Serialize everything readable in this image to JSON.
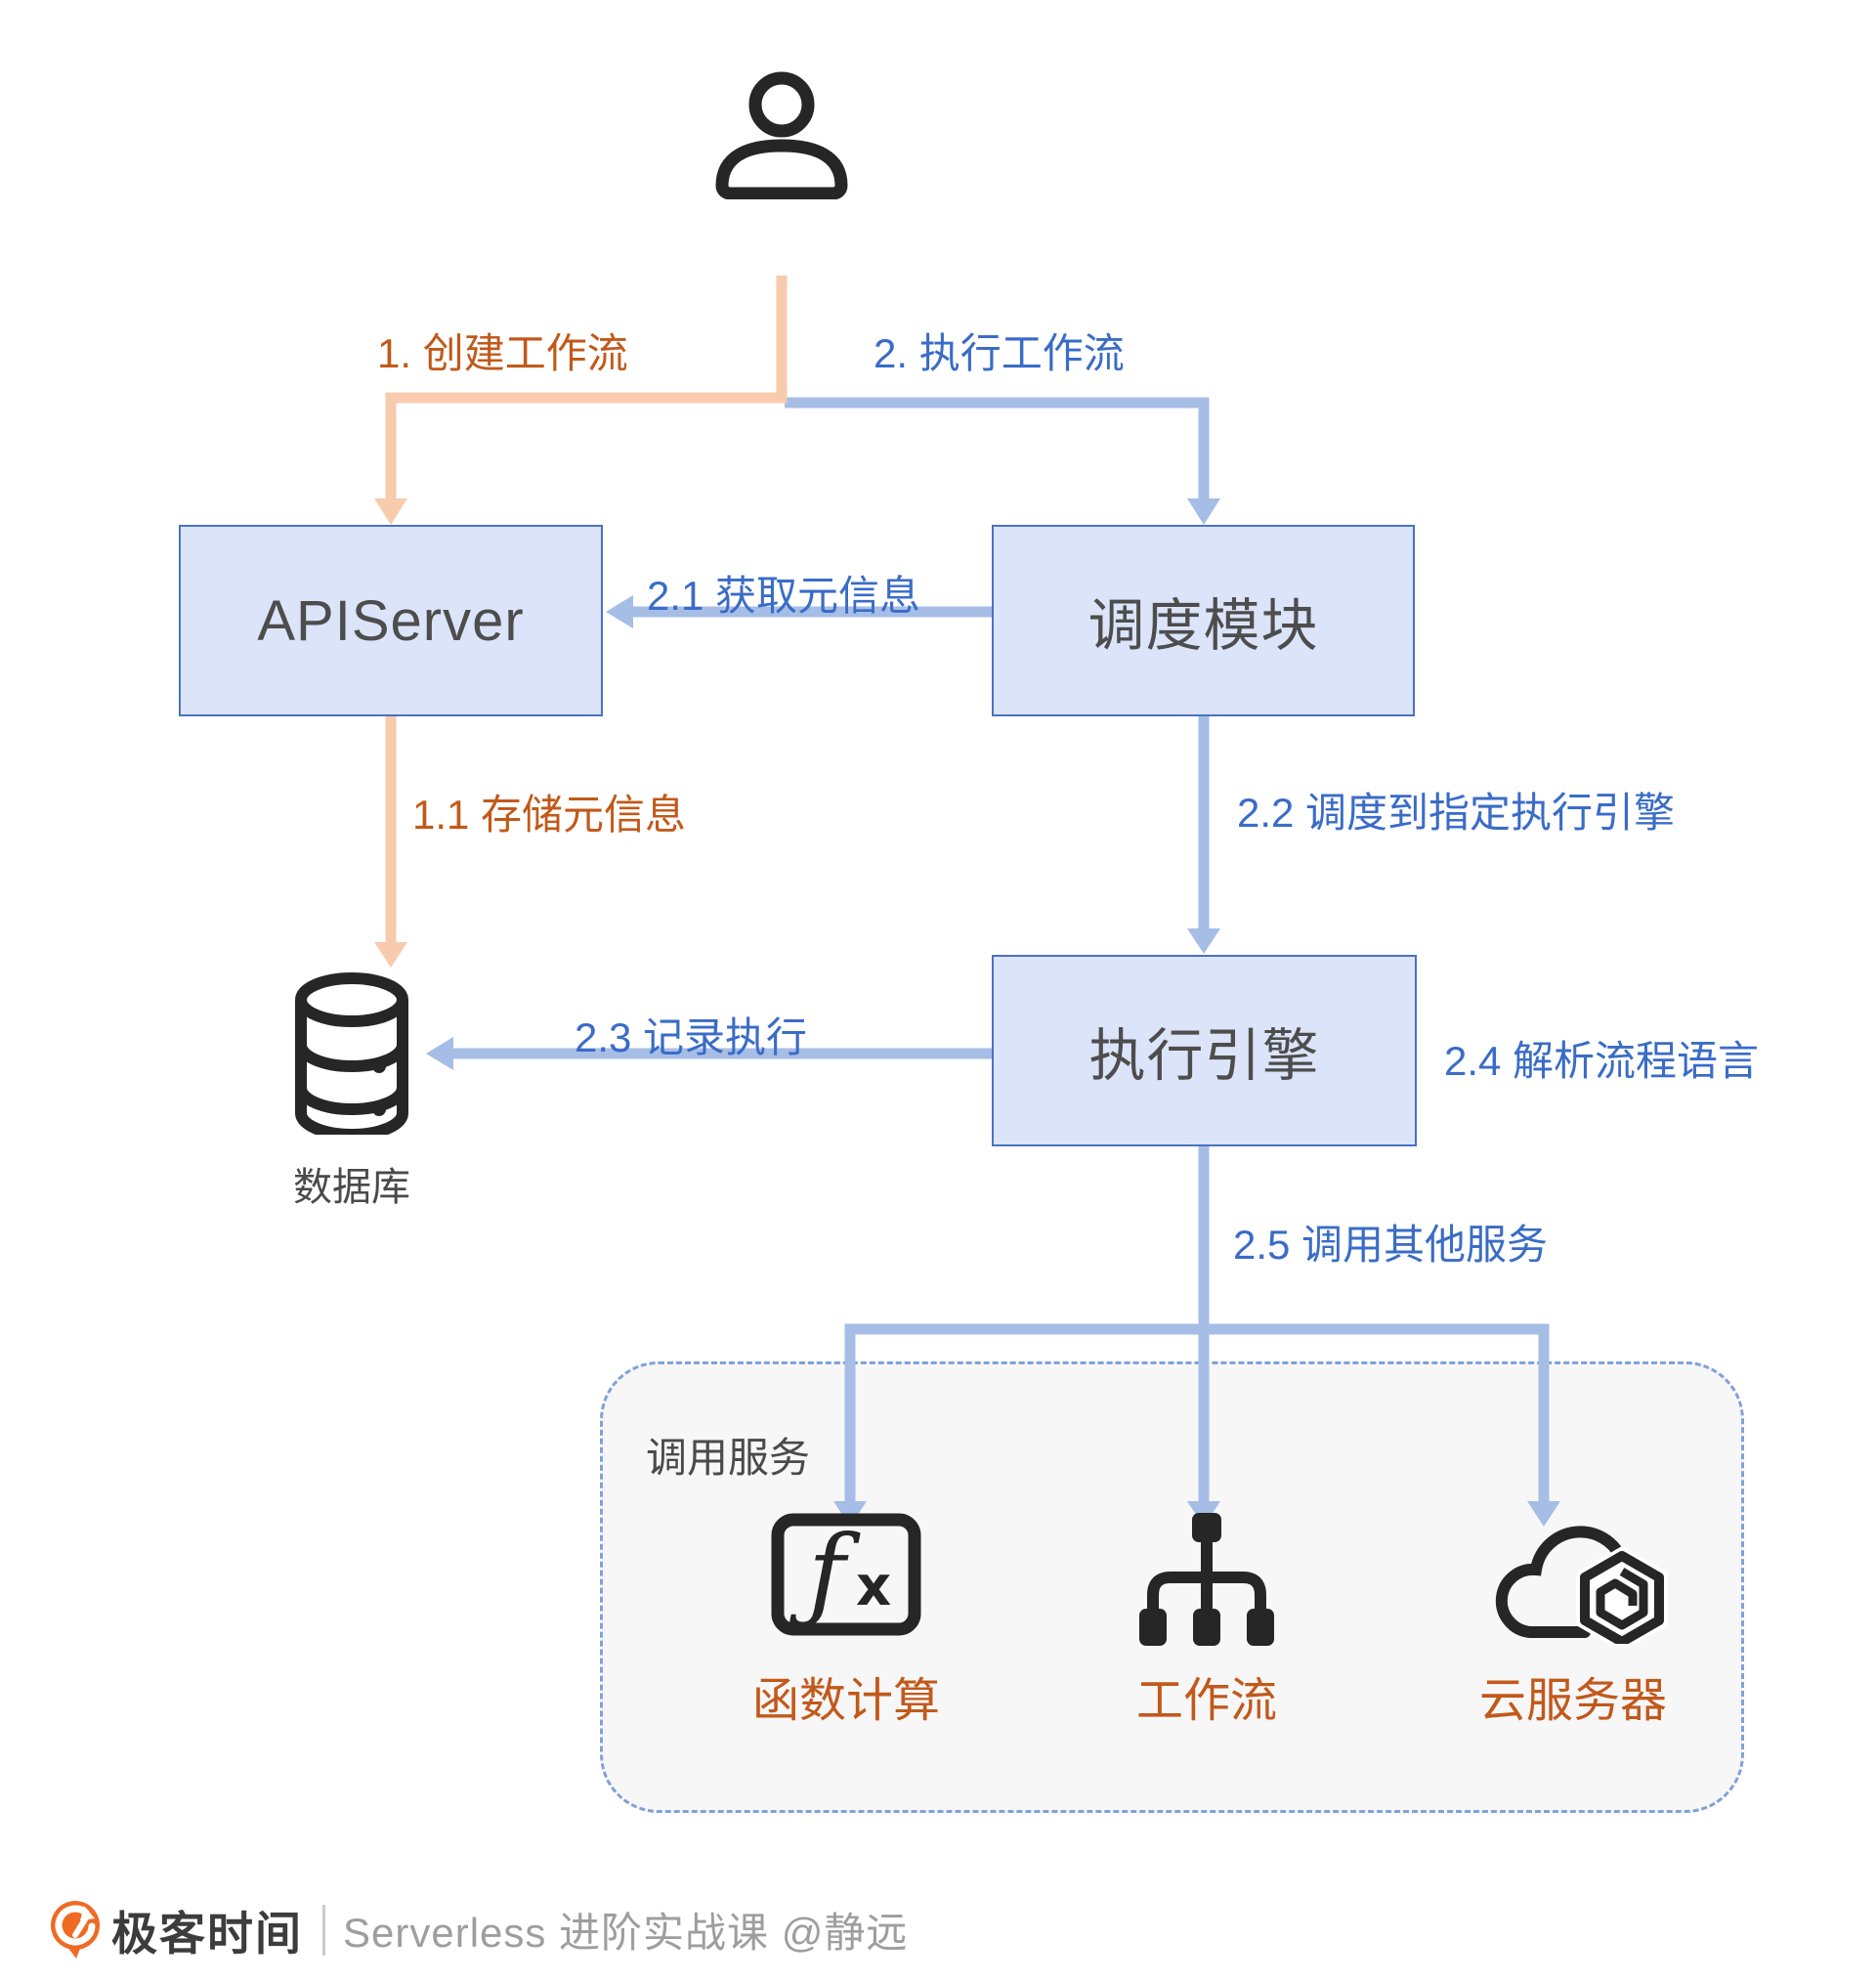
{
  "diagram": {
    "actor": {
      "icon": "person-icon"
    },
    "nodes": {
      "apiserver": {
        "label": "APIServer"
      },
      "scheduler": {
        "label": "调度模块"
      },
      "engine": {
        "label": "执行引擎"
      },
      "database": {
        "label": "数据库",
        "icon": "database-cylinder-icon"
      }
    },
    "edges": {
      "e1": {
        "label": "1. 创建工作流"
      },
      "e1_1": {
        "label": "1.1 存储元信息"
      },
      "e2": {
        "label": "2. 执行工作流"
      },
      "e2_1": {
        "label": "2.1 获取元信息"
      },
      "e2_2": {
        "label": "2.2 调度到指定执行引擎"
      },
      "e2_3": {
        "label": "2.3 记录执行"
      },
      "e2_4": {
        "label": "2.4 解析流程语言"
      },
      "e2_5": {
        "label": "2.5 调用其他服务"
      }
    },
    "services_group": {
      "title": "调用服务",
      "items": [
        {
          "label": "函数计算",
          "icon": "function-compute-icon"
        },
        {
          "label": "工作流",
          "icon": "workflow-tree-icon"
        },
        {
          "label": "云服务器",
          "icon": "cloud-server-icon"
        }
      ]
    },
    "glyphs": {
      "fx_f": "ƒ",
      "fx_x": "x"
    }
  },
  "colors": {
    "orange_text": "#c2591a",
    "orange_arrow": "#f8cbad",
    "blue_text": "#3a6cc7",
    "blue_arrow": "#a6bde6",
    "box_fill": "#dbe4f9",
    "box_border": "#4a72c4",
    "box_text": "#4d4d4d",
    "icon_black": "#262626",
    "group_fill": "#f7f7f8",
    "group_border": "#80a2d9",
    "logo_orange": "#f06a23"
  },
  "footer": {
    "brand": "极客时间",
    "course": "Serverless 进阶实战课 @静远"
  }
}
